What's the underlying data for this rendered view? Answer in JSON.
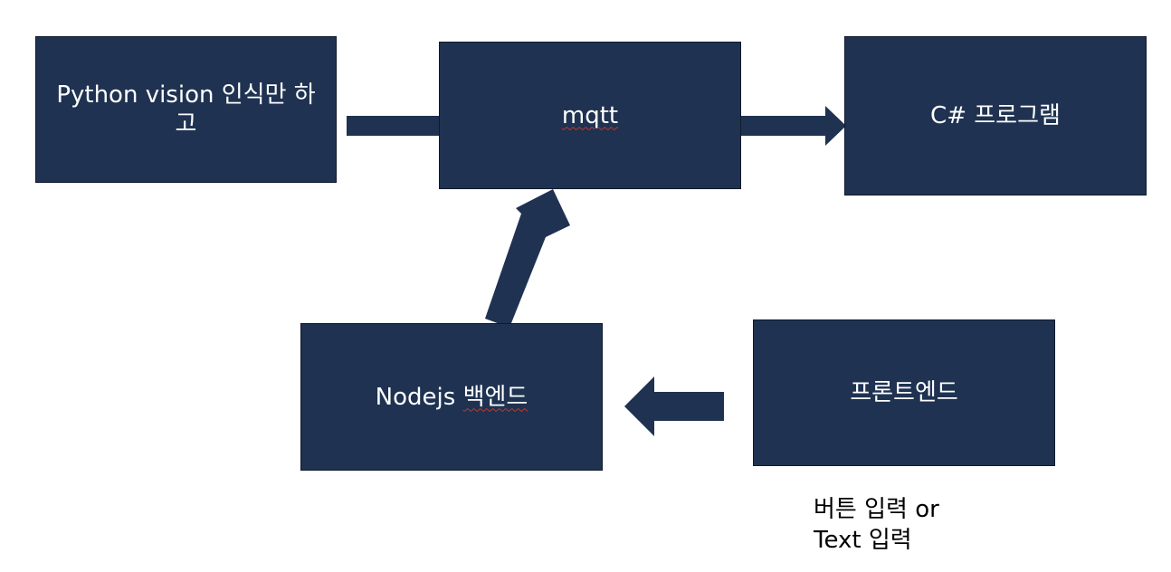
{
  "colors": {
    "box_fill": "#1f3251",
    "arrow_fill": "#1f3251",
    "text": "#ffffff",
    "note_text": "#000000"
  },
  "nodes": {
    "python": {
      "label": "Python vision 인식만 하고"
    },
    "mqtt": {
      "label_spell": "mqtt"
    },
    "csharp": {
      "label": "C# 프로그램"
    },
    "nodejs": {
      "label_prefix": "Nodejs ",
      "label_spell": "백엔드"
    },
    "frontend": {
      "label": "프론트엔드"
    }
  },
  "note": {
    "line1": "버튼 입력 or",
    "line2": "Text 입력"
  },
  "edges": [
    {
      "from": "python",
      "to": "mqtt"
    },
    {
      "from": "mqtt",
      "to": "csharp"
    },
    {
      "from": "nodejs",
      "to": "mqtt"
    },
    {
      "from": "frontend",
      "to": "nodejs"
    }
  ]
}
